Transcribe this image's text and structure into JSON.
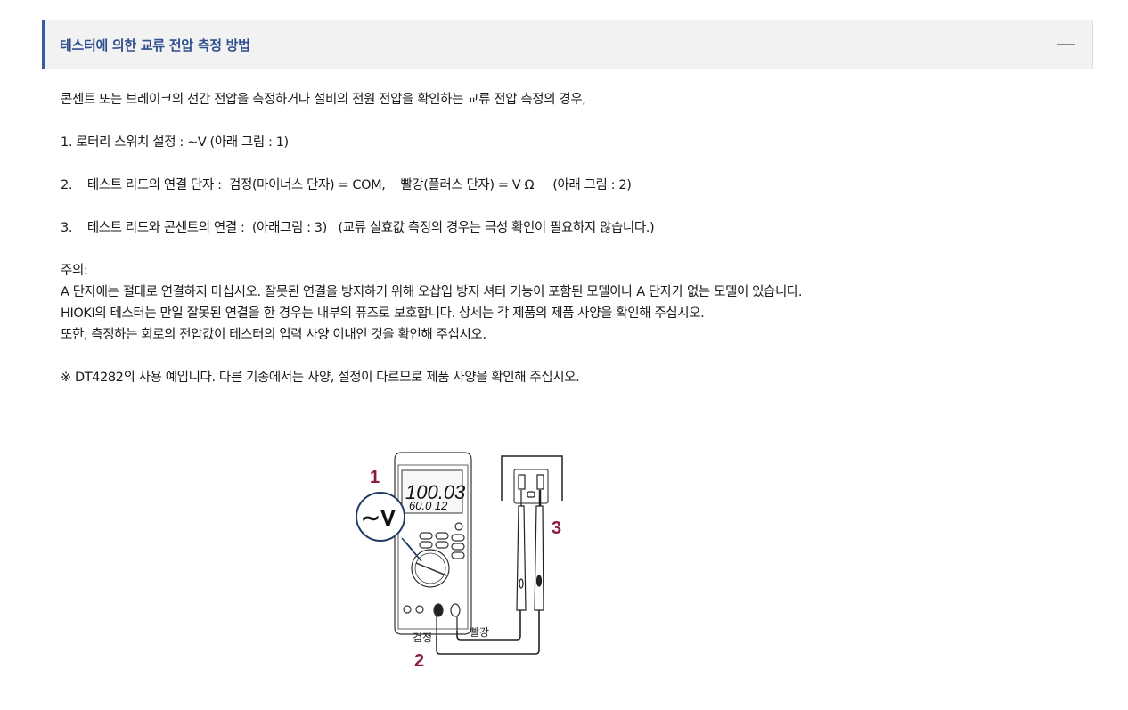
{
  "section": {
    "title": "테스터에 의한 교류 전압 측정 방법",
    "toggle_icon": "collapse-minus",
    "accent_color": "#3a5aa0",
    "title_color": "#2f4f8f"
  },
  "body": {
    "intro": "콘센트 또는 브레이크의 선간 전압을 측정하거나 설비의 전원 전압을 확인하는 교류 전압 측정의 경우,",
    "steps": [
      "1. 로터리 스위치 설정 : ∼V (아래 그림 : 1)",
      "2.    테스트 리드의 연결 단자 :  검정(마이너스 단자) = COM,    빨강(플러스 단자) = V Ω     (아래 그림 : 2)",
      "3.    테스트 리드와 콘센트의 연결 :  (아래그림 : 3)   (교류 실효값 측정의 경우는 극성 확인이 필요하지 않습니다.)"
    ],
    "caution_label": "주의:",
    "caution_lines": [
      "A 단자에는 절대로 연결하지 마십시오. 잘못된 연결을 방지하기 위해 오삽입 방지 셔터 기능이 포함된 모델이나 A 단자가 없는 모델이 있습니다.",
      "HIOKI의 테스터는 만일 잘못된 연결을 한 경우는 내부의 퓨즈로 보호합니다. 상세는 각 제품의 제품 사양을 확인해 주십시오.",
      "또한, 측정하는 회로의 전압값이 테스터의 입력 사양 이내인 것을 확인해 주십시오."
    ],
    "note": "※ DT4282의 사용 예입니다. 다른 기종에서는 사양, 설정이 다르므로 제품 사양을 확인해 주십시오."
  },
  "figure": {
    "display_main": "100.03",
    "display_sub": "60.0 12",
    "callout": "∼V",
    "marker_1": "1",
    "marker_2": "2",
    "marker_3": "3",
    "black_label": "검정",
    "red_label": "빨강",
    "marker_color": "#8c1c3a"
  }
}
